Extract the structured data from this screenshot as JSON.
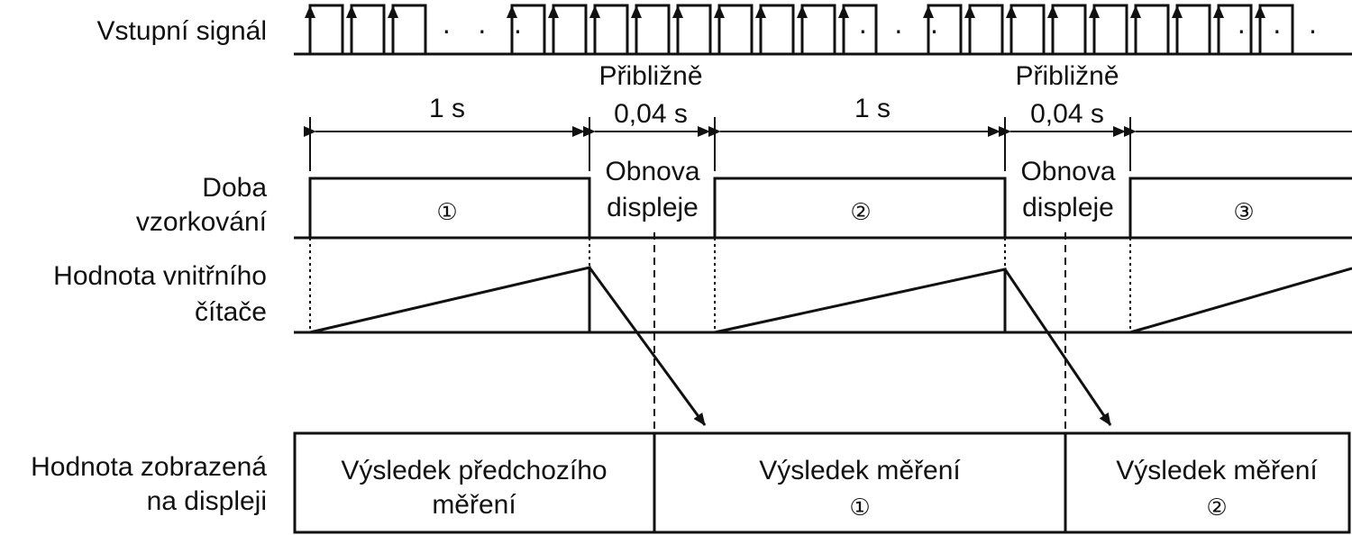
{
  "labels": {
    "input_signal": "Vstupní signál",
    "sampling_1": "Doba",
    "sampling_2": "vzorkování",
    "counter_1": "Hodnota vnitřního",
    "counter_2": "čítače",
    "display_1": "Hodnota zobrazená",
    "display_2": "na displeji"
  },
  "ellipsis": "· · ·",
  "intervals": {
    "one_second": "1 s",
    "approx": "Přibližně",
    "refresh_time": "0,04 s"
  },
  "sampling": {
    "refresh_1": "Obnova",
    "refresh_2": "displeje",
    "period_1": "①",
    "period_2": "②",
    "period_3": "③"
  },
  "display_values": {
    "previous_1": "Výsledek předchozího",
    "previous_2": "měření",
    "result_1_line1": "Výsledek měření",
    "result_1_line2": "①",
    "result_2_line1": "Výsledek měření",
    "result_2_line2": "②"
  }
}
